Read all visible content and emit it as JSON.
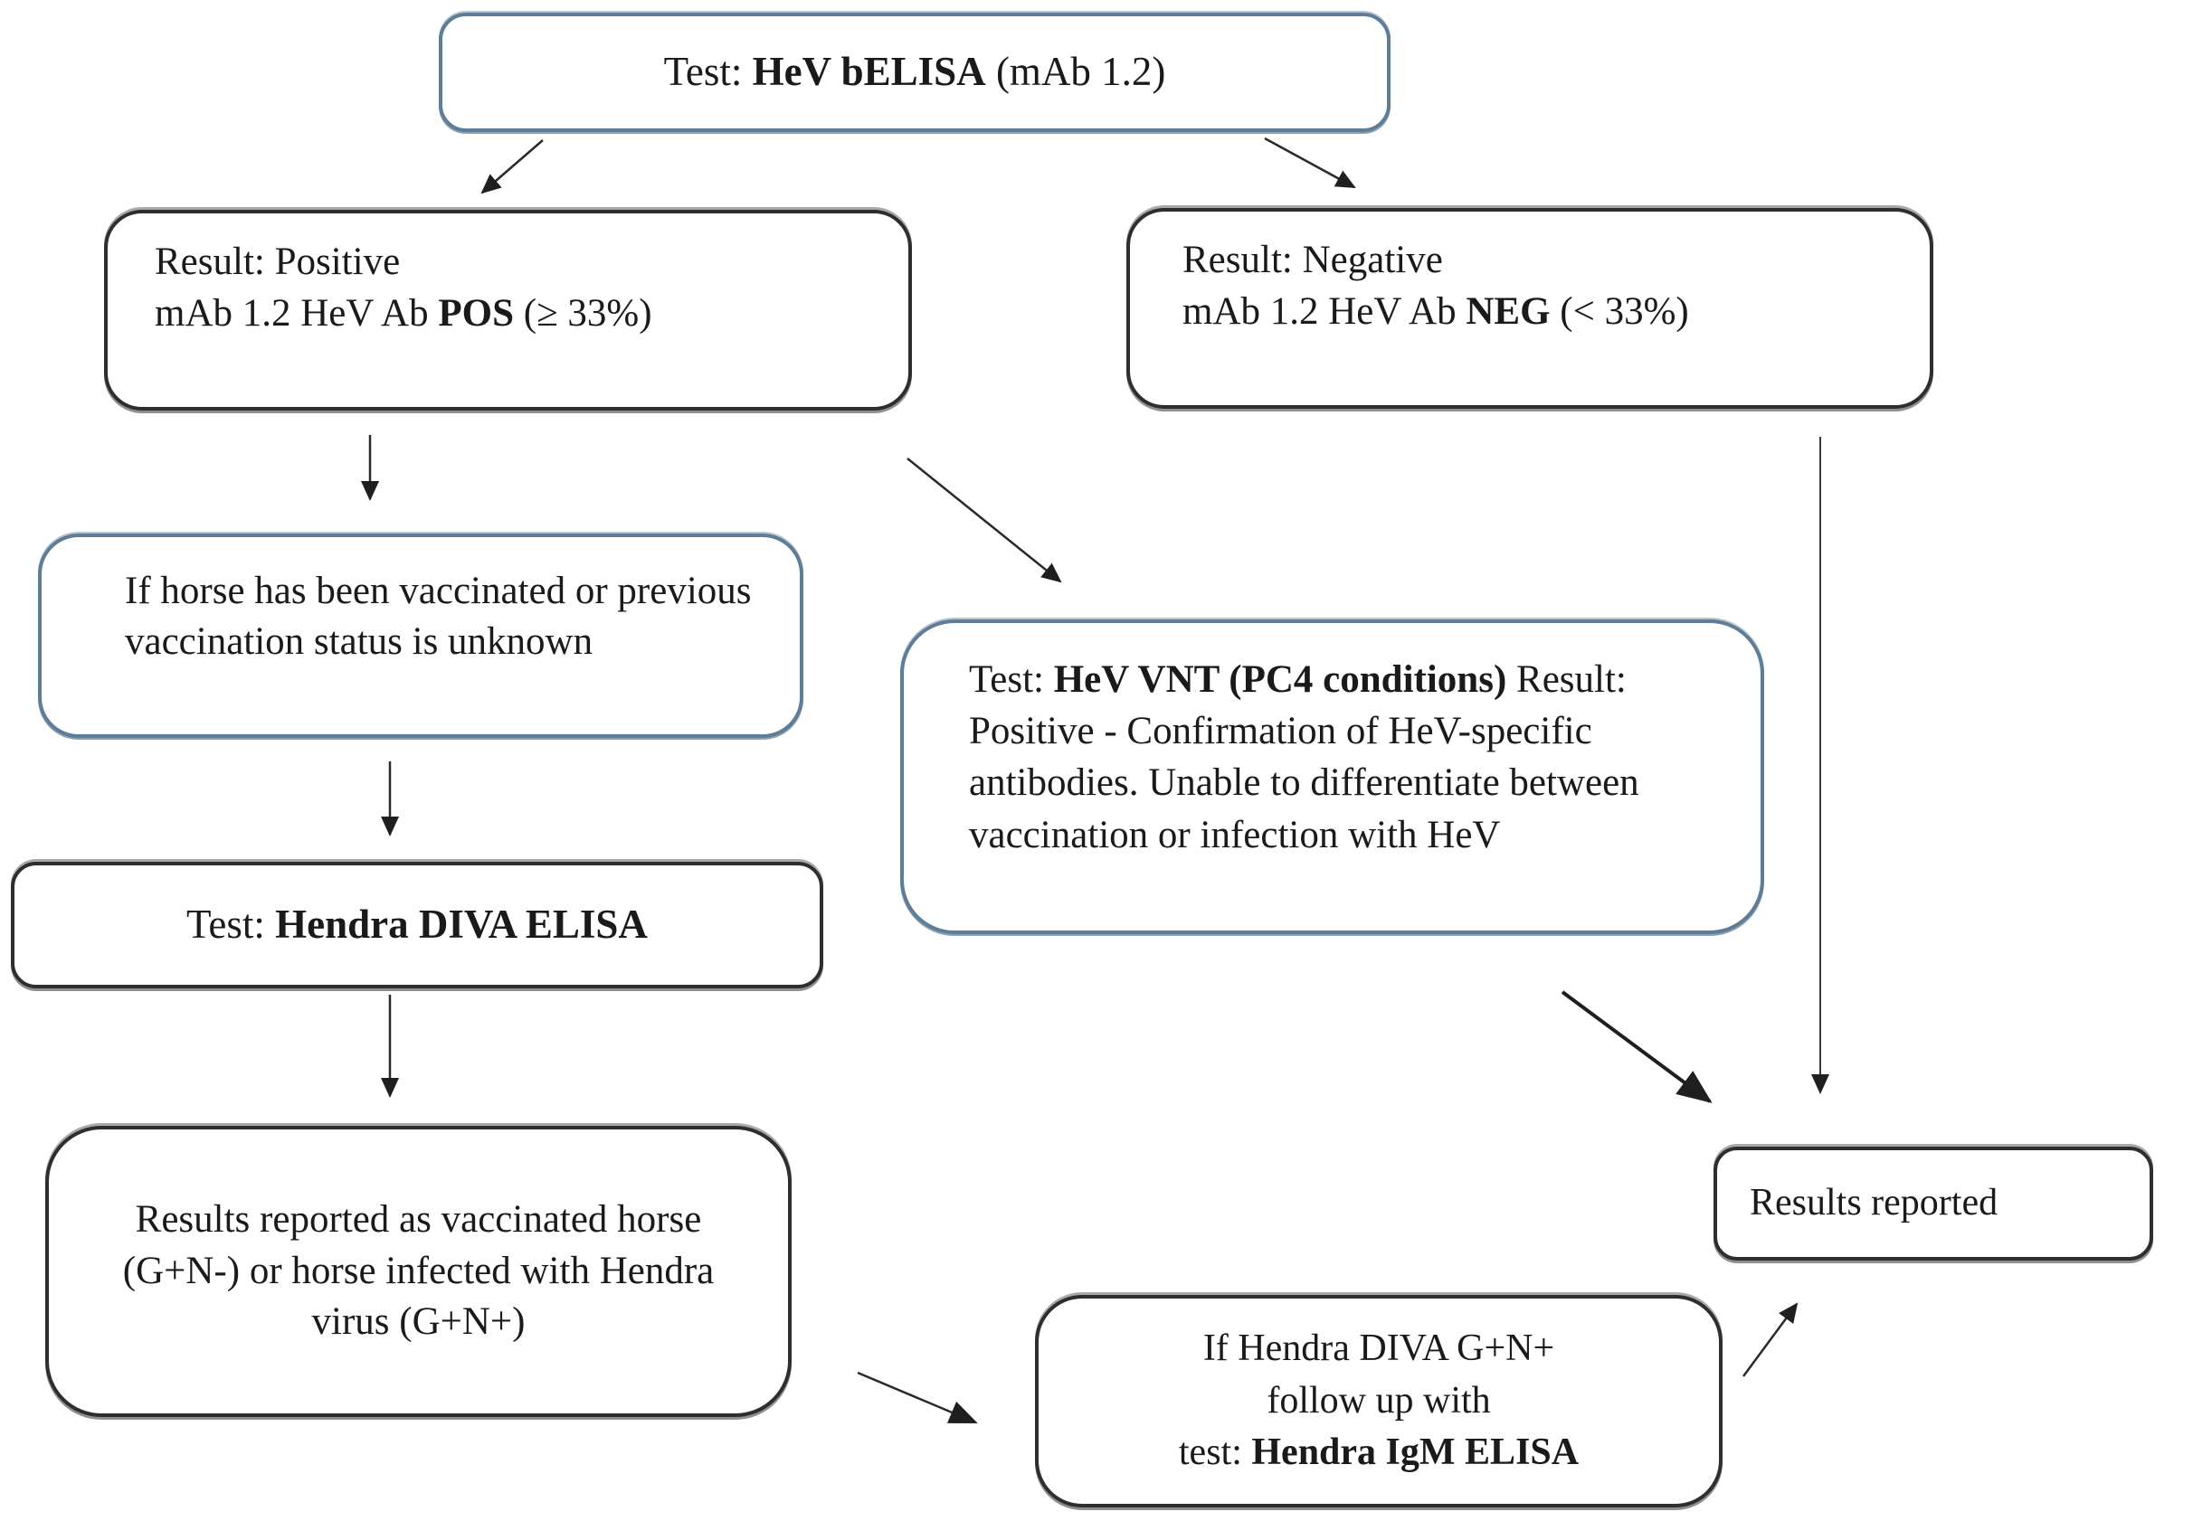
{
  "colors": {
    "background": "#ffffff",
    "blue_border": "#5e7d99",
    "dark_border": "#2e2e2e",
    "arrow": "#1f1f1f",
    "text": "#1a1a1a"
  },
  "nodes": {
    "test_belisa": {
      "prefix": "Test: ",
      "bold": "HeV bELISA",
      "suffix": " (mAb 1.2)"
    },
    "result_positive": {
      "line1": "Result: Positive",
      "line2_prefix": "mAb 1.2 HeV Ab ",
      "line2_bold": "POS",
      "line2_suffix": " (≥ 33%)"
    },
    "result_negative": {
      "line1": "Result: Negative",
      "line2_prefix": "mAb 1.2 HeV Ab ",
      "line2_bold": "NEG",
      "line2_suffix": " (< 33%)"
    },
    "if_vaccinated": {
      "text": "If horse has been vaccinated or previous vaccination status is unknown"
    },
    "hev_vnt": {
      "line1_prefix": "Test: ",
      "line1_bold": "HeV VNT (PC4 conditions)",
      "line2": "Result: Positive - Confirmation of HeV-specific antibodies. Unable to differentiate between vaccination or infection with HeV"
    },
    "hendra_diva": {
      "prefix": "Test: ",
      "bold": "Hendra DIVA ELISA"
    },
    "results_vaccinated": {
      "text": "Results reported as vaccinated horse (G+N-) or horse infected with Hendra virus (G+N+)"
    },
    "if_hendra_diva": {
      "line1": "If Hendra DIVA G+N+",
      "line2": "follow up with",
      "line3_prefix": "test: ",
      "line3_bold": "Hendra IgM ELISA"
    },
    "results_reported": {
      "text": "Results reported"
    }
  },
  "edges": [
    {
      "from": "test_belisa",
      "to": "result_positive"
    },
    {
      "from": "test_belisa",
      "to": "result_negative"
    },
    {
      "from": "result_positive",
      "to": "if_vaccinated"
    },
    {
      "from": "result_positive",
      "to": "hev_vnt"
    },
    {
      "from": "if_vaccinated",
      "to": "hendra_diva"
    },
    {
      "from": "hendra_diva",
      "to": "results_vaccinated"
    },
    {
      "from": "result_negative",
      "to": "results_reported"
    },
    {
      "from": "hev_vnt",
      "to": "results_reported"
    },
    {
      "from": "results_vaccinated",
      "to": "if_hendra_diva"
    },
    {
      "from": "if_hendra_diva",
      "to": "results_reported"
    }
  ]
}
